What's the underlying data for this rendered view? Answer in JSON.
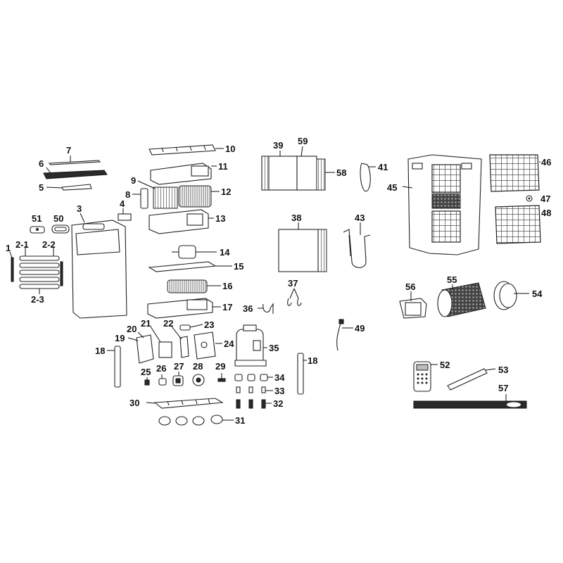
{
  "labels": {
    "p1": "1",
    "p2_1": "2-1",
    "p2_2": "2-2",
    "p2_3": "2-3",
    "p3": "3",
    "p4": "4",
    "p5": "5",
    "p6": "6",
    "p7": "7",
    "p8": "8",
    "p9": "9",
    "p10": "10",
    "p11": "11",
    "p12": "12",
    "p13": "13",
    "p14": "14",
    "p15": "15",
    "p16": "16",
    "p17": "17",
    "p18a": "18",
    "p18b": "18",
    "p19": "19",
    "p20": "20",
    "p21": "21",
    "p22": "22",
    "p23": "23",
    "p24": "24",
    "p25": "25",
    "p26": "26",
    "p27": "27",
    "p28": "28",
    "p29": "29",
    "p30": "30",
    "p31": "31",
    "p32": "32",
    "p33": "33",
    "p34": "34",
    "p35": "35",
    "p36": "36",
    "p37": "37",
    "p38": "38",
    "p39": "39",
    "p41": "41",
    "p43": "43",
    "p45": "45",
    "p46": "46",
    "p47": "47",
    "p48": "48",
    "p49": "49",
    "p50": "50",
    "p51": "51",
    "p52": "52",
    "p53": "53",
    "p54": "54",
    "p55": "55",
    "p56": "56",
    "p57": "57",
    "p58": "58",
    "p59": "59"
  },
  "colors": {
    "line": "#222222",
    "fill": "#ffffff",
    "dark": "#2a2a2a"
  }
}
